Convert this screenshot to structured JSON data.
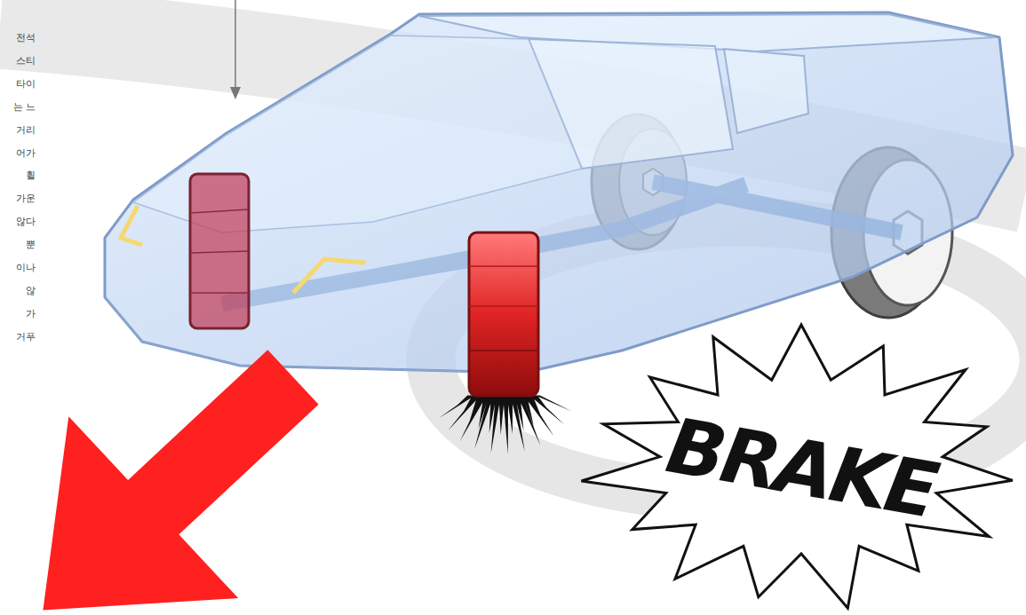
{
  "diagram": {
    "nodes": [
      {
        "text": [
          "BRAKE"
        ]
      }
    ],
    "labels": [
      "전석",
      "스티",
      "타이",
      "는 느",
      "거리",
      "어가",
      "휠",
      "가운",
      "않다",
      "뿐",
      "이나",
      "않",
      "가",
      "거푸"
    ]
  }
}
